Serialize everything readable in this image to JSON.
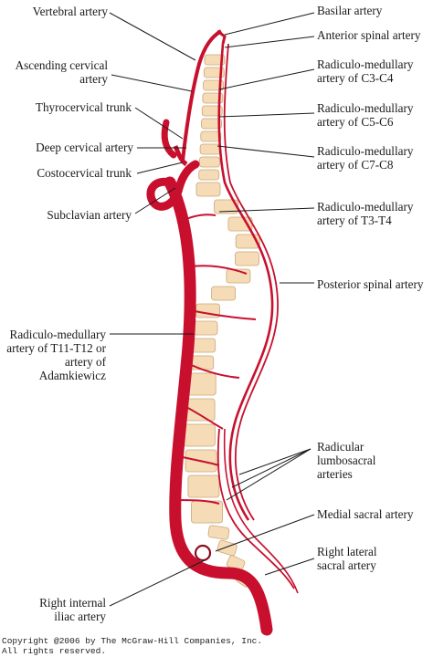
{
  "labels": {
    "vertebral_artery": "Vertebral artery",
    "ascending_cervical_1": "Ascending cervical",
    "ascending_cervical_2": "artery",
    "thyrocervical_trunk": "Thyrocervical trunk",
    "deep_cervical_artery": "Deep cervical artery",
    "costocervical_trunk": "Costocervical trunk",
    "subclavian_artery": "Subclavian artery",
    "adamkiewicz_1": "Radiculo-medullary",
    "adamkiewicz_2": "artery of T11-T12 or",
    "adamkiewicz_3": "artery of",
    "adamkiewicz_4": "Adamkiewicz",
    "right_internal_iliac_1": "Right internal",
    "right_internal_iliac_2": "iliac artery",
    "basilar_artery": "Basilar artery",
    "anterior_spinal_artery": "Anterior spinal artery",
    "rm_c3c4_1": "Radiculo-medullary",
    "rm_c3c4_2": "artery of C3-C4",
    "rm_c5c6_1": "Radiculo-medullary",
    "rm_c5c6_2": "artery of C5-C6",
    "rm_c7c8_1": "Radiculo-medullary",
    "rm_c7c8_2": "artery of C7-C8",
    "rm_t3t4_1": "Radiculo-medullary",
    "rm_t3t4_2": "artery of T3-T4",
    "posterior_spinal_artery": "Posterior spinal artery",
    "radicular_lumbosacral_1": "Radicular",
    "radicular_lumbosacral_2": "lumbosacral",
    "radicular_lumbosacral_3": "arteries",
    "medial_sacral_artery": "Medial sacral artery",
    "right_lateral_sacral_1": "Right lateral",
    "right_lateral_sacral_2": "sacral artery"
  },
  "copyright": {
    "line1": "Copyright @2006 by The McGraw-Hill Companies, Inc.",
    "line2": "All rights reserved."
  },
  "colors": {
    "artery": "#c8102e",
    "artery_dark": "#8e0c1f",
    "vertebra": "#f6dcb6",
    "vertebra_edge": "#c9a57a",
    "leader": "#1a1a1a"
  }
}
